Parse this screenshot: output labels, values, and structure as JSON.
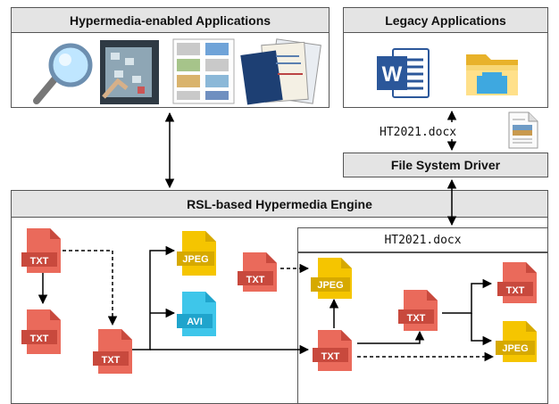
{
  "hypermedia_apps": {
    "title": "Hypermedia-enabled Applications",
    "icons": [
      "magnifier-icon",
      "tabletop-photo",
      "document-pages-thumbnail",
      "paper-stack-photo"
    ]
  },
  "legacy_apps": {
    "title": "Legacy Applications",
    "icons": [
      "word-icon",
      "folder-icon"
    ]
  },
  "file_transfer": {
    "filename": "HT2021.docx",
    "icon": "document-icon"
  },
  "driver": {
    "title": "File System Driver"
  },
  "engine": {
    "title": "RSL-based Hypermedia Engine",
    "doc_filename": "HT2021.docx"
  },
  "file_labels": {
    "txt": "TXT",
    "jpeg": "JPEG",
    "avi": "AVI"
  },
  "colors": {
    "txt": "#ea6a5b",
    "jpeg": "#f5c500",
    "avi": "#3ec6ea",
    "header_bg": "#e4e4e4",
    "word_blue": "#2b579a"
  }
}
